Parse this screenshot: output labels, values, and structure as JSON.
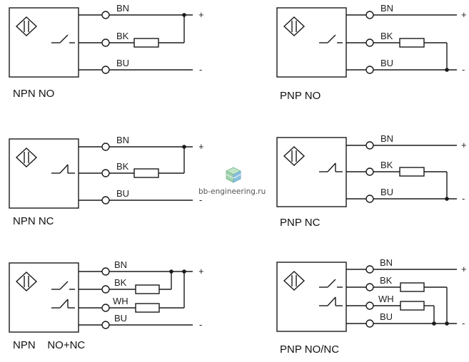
{
  "watermark": "bb-engineering.ru",
  "diagrams": [
    {
      "id": "npn-no",
      "caption": "NPN NO",
      "wires": [
        "BN",
        "BK",
        "BU"
      ]
    },
    {
      "id": "pnp-no",
      "caption": "PNP NO",
      "wires": [
        "BN",
        "BK",
        "BU"
      ]
    },
    {
      "id": "npn-nc",
      "caption": "NPN NC",
      "wires": [
        "BN",
        "BK",
        "BU"
      ]
    },
    {
      "id": "pnp-nc",
      "caption": "PNP NC",
      "wires": [
        "BN",
        "BK",
        "BU"
      ]
    },
    {
      "id": "npn-nonc",
      "caption": "NPN    NO+NC",
      "wires": [
        "BN",
        "BK",
        "WH",
        "BU"
      ]
    },
    {
      "id": "pnp-nonc",
      "caption": "PNP NO/NC",
      "wires": [
        "BN",
        "BK",
        "WH",
        "BU"
      ]
    }
  ],
  "terminals": {
    "plus": "+",
    "minus": "-"
  }
}
